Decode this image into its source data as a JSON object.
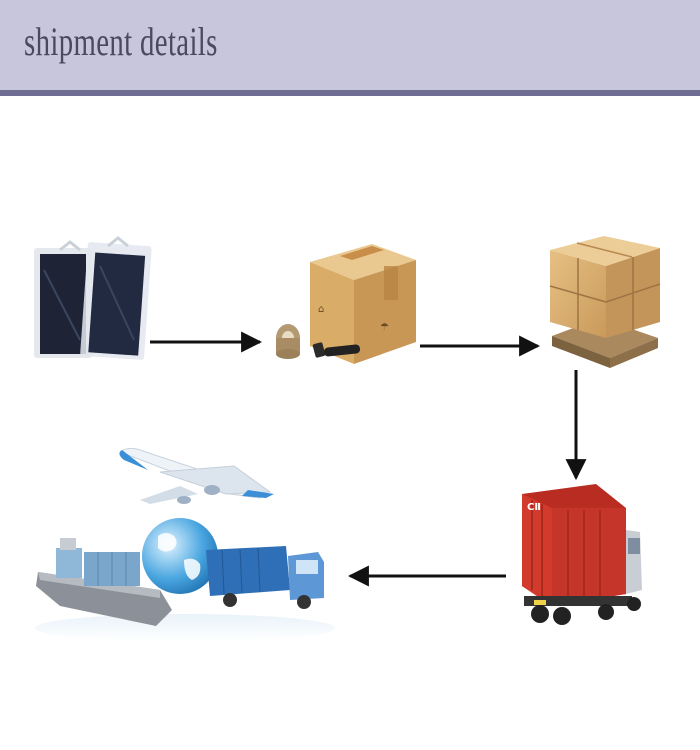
{
  "header": {
    "title": "shipment details"
  },
  "steps": [
    {
      "name": "packaged-goods",
      "icon": "plastic-bag-icon"
    },
    {
      "name": "carton-box",
      "icon": "cardboard-box-icon"
    },
    {
      "name": "palletized-cartons",
      "icon": "pallet-icon"
    },
    {
      "name": "container-truck",
      "icon": "container-truck-icon"
    },
    {
      "name": "global-shipping",
      "icon": "globe-transport-icon"
    }
  ],
  "container": {
    "marking": "CⅡ"
  },
  "colors": {
    "header_bg": "#c8c6dc",
    "header_rule": "#6f6d93",
    "title_text": "#4a4862",
    "arrow": "#111111",
    "container_red": "#d23a2c"
  }
}
